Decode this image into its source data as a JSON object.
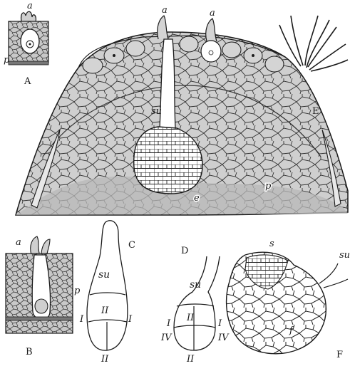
{
  "figure": {
    "panels": {
      "A": {
        "label": "A",
        "parts": {
          "a": "a",
          "p": "p"
        }
      },
      "B": {
        "label": "B",
        "parts": {
          "a": "a",
          "p": "p"
        }
      },
      "C": {
        "label": "C",
        "parts": {
          "su": "su",
          "I_left": "I",
          "II_mid": "II",
          "I_right": "I",
          "II_bottom": "II"
        }
      },
      "D": {
        "label": "D",
        "parts": {
          "su": "su",
          "I_left": "I",
          "IV_left": "IV",
          "II_mid": "II",
          "I_right": "I",
          "IV_right": "IV",
          "II_bottom": "II"
        }
      },
      "E": {
        "label": "E",
        "parts": {
          "a_left": "a",
          "a_right": "a",
          "su": "su",
          "e": "e",
          "p": "p"
        }
      },
      "F": {
        "label": "F",
        "parts": {
          "s": "s",
          "su": "su",
          "f": "f"
        }
      }
    },
    "colors": {
      "ink": "#1a1a1a",
      "tissue_fill": "#cfcfcf",
      "tissue_dark": "#b8b8b8",
      "background": "#ffffff"
    }
  }
}
